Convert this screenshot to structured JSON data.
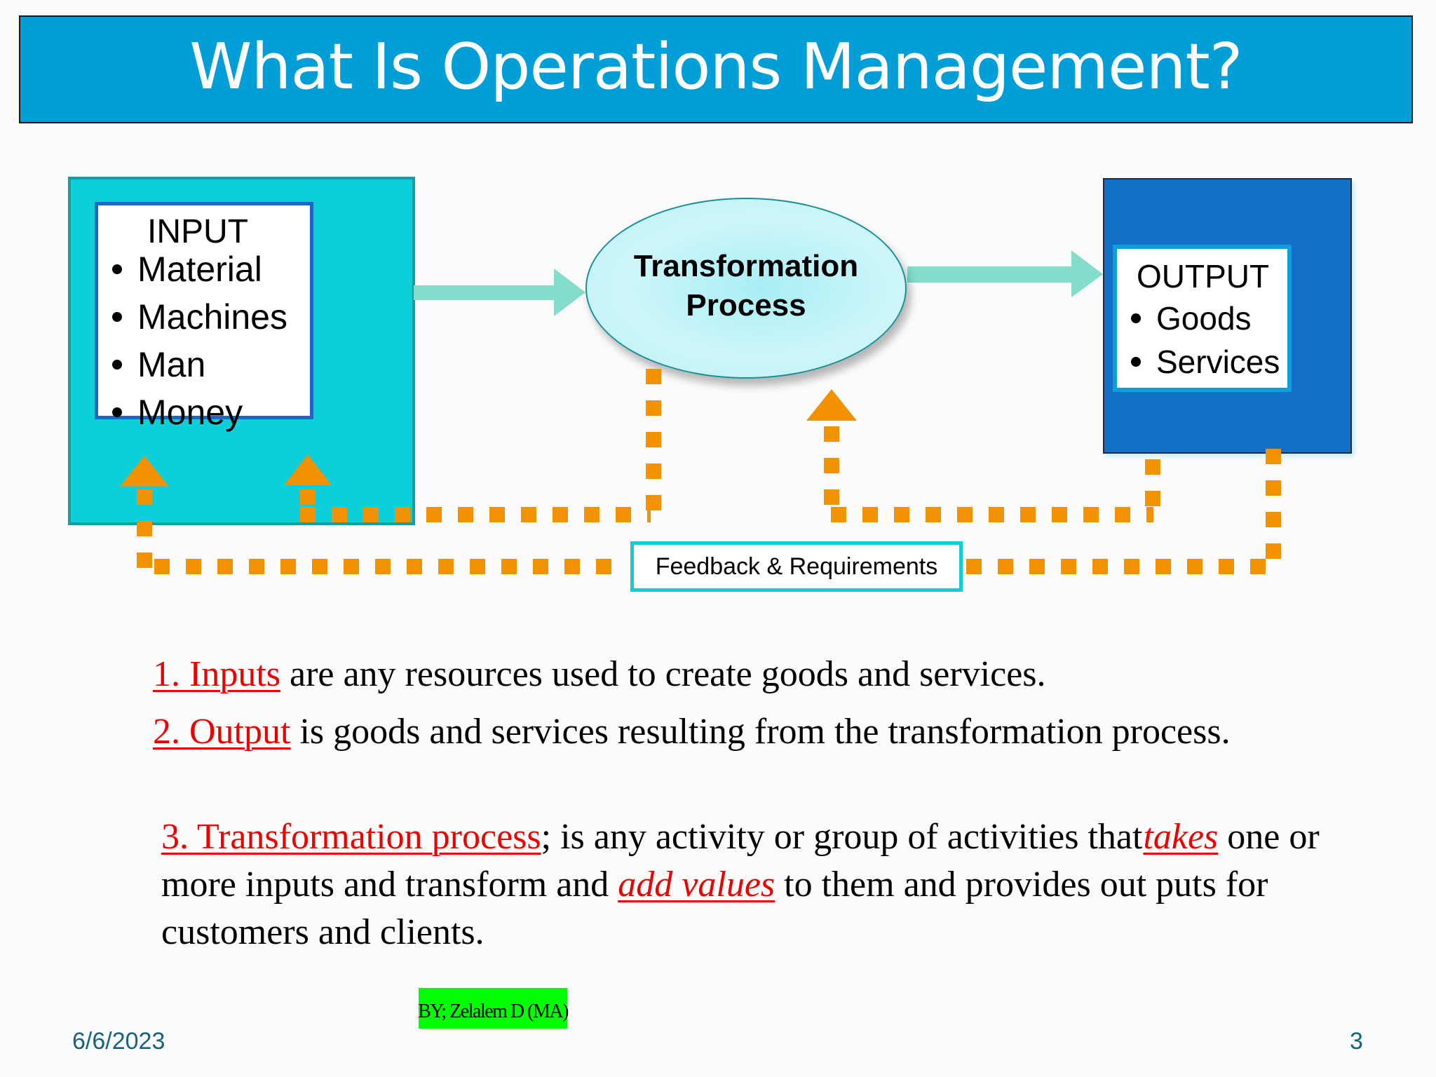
{
  "slide": {
    "title": "What Is Operations Management?",
    "date": "6/6/2023",
    "page_number": "3",
    "author": "BY; Zelalem D (MA)"
  },
  "diagram": {
    "input": {
      "heading": "INPUT",
      "items": [
        "Material",
        "Machines",
        "Man",
        "Money"
      ]
    },
    "process": {
      "line1": "Transformation",
      "line2": "Process"
    },
    "output": {
      "heading": "OUTPUT",
      "items": [
        "Goods",
        "Services"
      ]
    },
    "feedback_label": "Feedback & Requirements",
    "colors": {
      "title_bar": "#019ed8",
      "input_fill": "#0ccfda",
      "input_border": "#1769c4",
      "output_fill": "#1370c6",
      "output_inner_border": "#0aa0dc",
      "arrow": "#84dccb",
      "feedback_dash": "#f39200",
      "feedback_border": "#12cbd6",
      "highlight_red": "#ee0000",
      "author_badge": "#00ff00"
    }
  },
  "definitions": [
    {
      "term": "1. Inputs",
      "text": " are any resources used to create goods and services."
    },
    {
      "term": "2. Output",
      "text": " is goods and services resulting from the transformation process."
    },
    {
      "term": "3. Transformation process",
      "text_a": "; is any activity or group of activities that ",
      "em1": "takes",
      "text_b": " one or more inputs and transform and ",
      "em2": "add values",
      "text_c": " to them and provides out puts for customers and clients."
    }
  ]
}
